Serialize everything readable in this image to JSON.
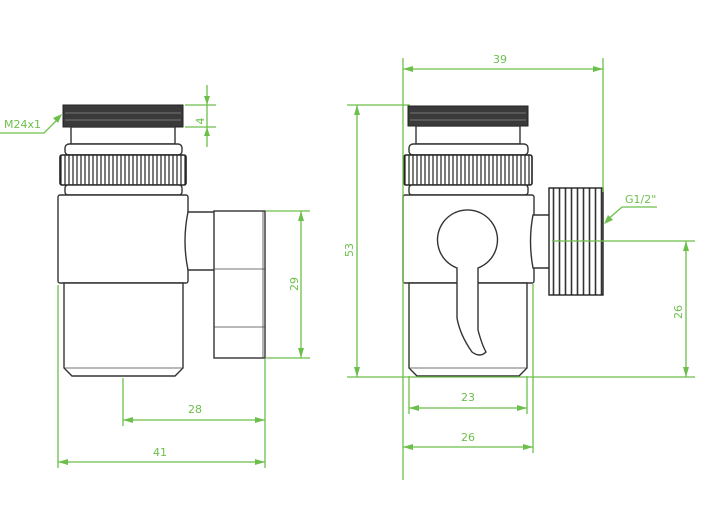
{
  "title": "Diverter valve dimensional drawing",
  "colors": {
    "dimension": "#6dbf4b",
    "outline": "#333333"
  },
  "units": "mm",
  "side_view": {
    "thread_label": "M24x1",
    "thread_height": "4",
    "outlet_height": "29",
    "axis_to_outlet": "28",
    "overall_width": "41"
  },
  "front_view": {
    "overall_width": "39",
    "overall_height": "53",
    "outlet_thread_label": "G1/2\"",
    "outlet_axis_height": "26",
    "bottom_diameter": "23",
    "body_diameter": "26"
  }
}
